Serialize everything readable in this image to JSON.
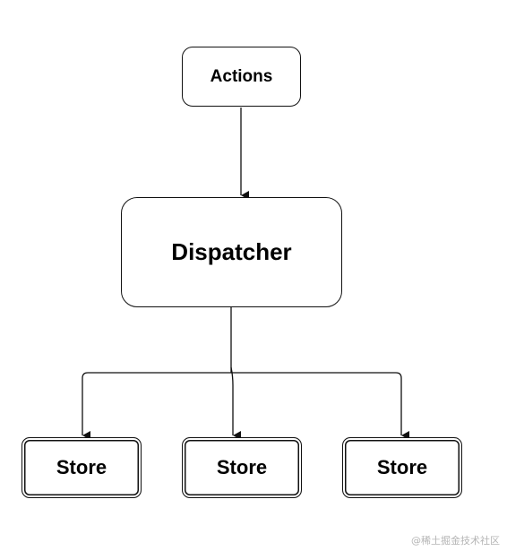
{
  "diagram": {
    "nodes": {
      "actions": "Actions",
      "dispatcher": "Dispatcher",
      "stores": [
        "Store",
        "Store",
        "Store"
      ]
    },
    "edges": [
      {
        "from": "Actions",
        "to": "Dispatcher"
      },
      {
        "from": "Dispatcher",
        "to": "Store 1"
      },
      {
        "from": "Dispatcher",
        "to": "Store 2"
      },
      {
        "from": "Dispatcher",
        "to": "Store 3"
      }
    ]
  },
  "watermark": "@稀土掘金技术社区"
}
